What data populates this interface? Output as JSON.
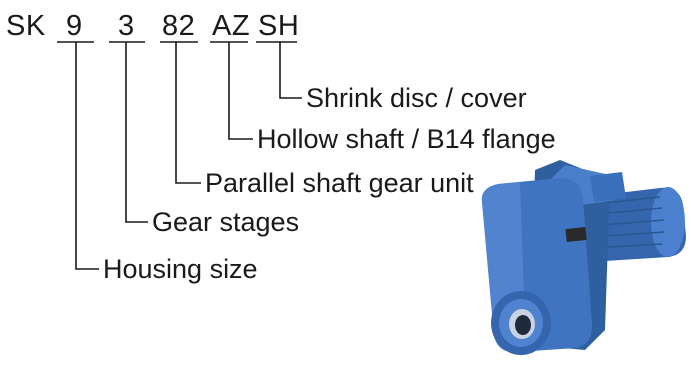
{
  "code": {
    "prefix": "SK",
    "segments": [
      "9",
      "3",
      "82",
      "AZ",
      "SH"
    ]
  },
  "labels": {
    "housing_size": "Housing size",
    "gear_stages": "Gear stages",
    "gear_unit": "Parallel shaft gear unit",
    "shaft_flange": "Hollow shaft / B14 flange",
    "shrink_disc": "Shrink disc / cover"
  },
  "colors": {
    "text": "#1a1a1a",
    "gearbox_body": "#3f74c0",
    "gearbox_shadow": "#2b568f",
    "gearbox_highlight": "#7fa6e0"
  }
}
